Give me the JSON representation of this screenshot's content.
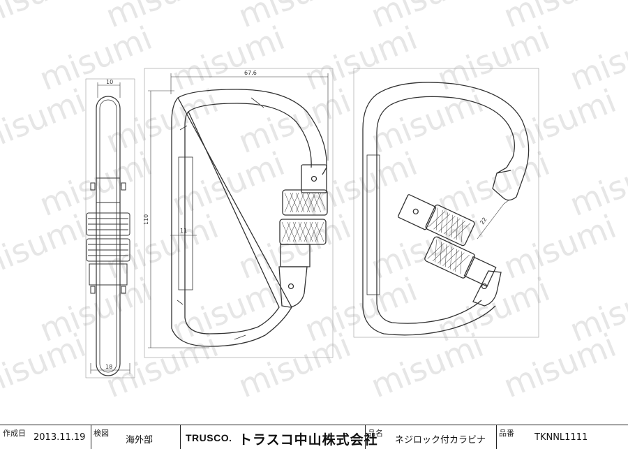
{
  "dimensions": {
    "width_thickness": "10",
    "overall_width": "67.6",
    "overall_height": "110",
    "bar_width": "11",
    "bottom_width": "18",
    "gate_opening": "22"
  },
  "watermark": "misumi",
  "title_block": {
    "created_label": "作成日",
    "created_value": "2013.11.19",
    "checked_label": "検図",
    "checked_value": "海外部",
    "brand": "TRUSCO.",
    "company": "トラスコ中山株式会社",
    "product_name_label": "品名",
    "product_name_value": "ネジロック付カラビナ",
    "part_no_label": "品番",
    "part_no_value": "TKNNL1111"
  },
  "colors": {
    "line": "#333333",
    "watermark": "#e6e6e6"
  }
}
